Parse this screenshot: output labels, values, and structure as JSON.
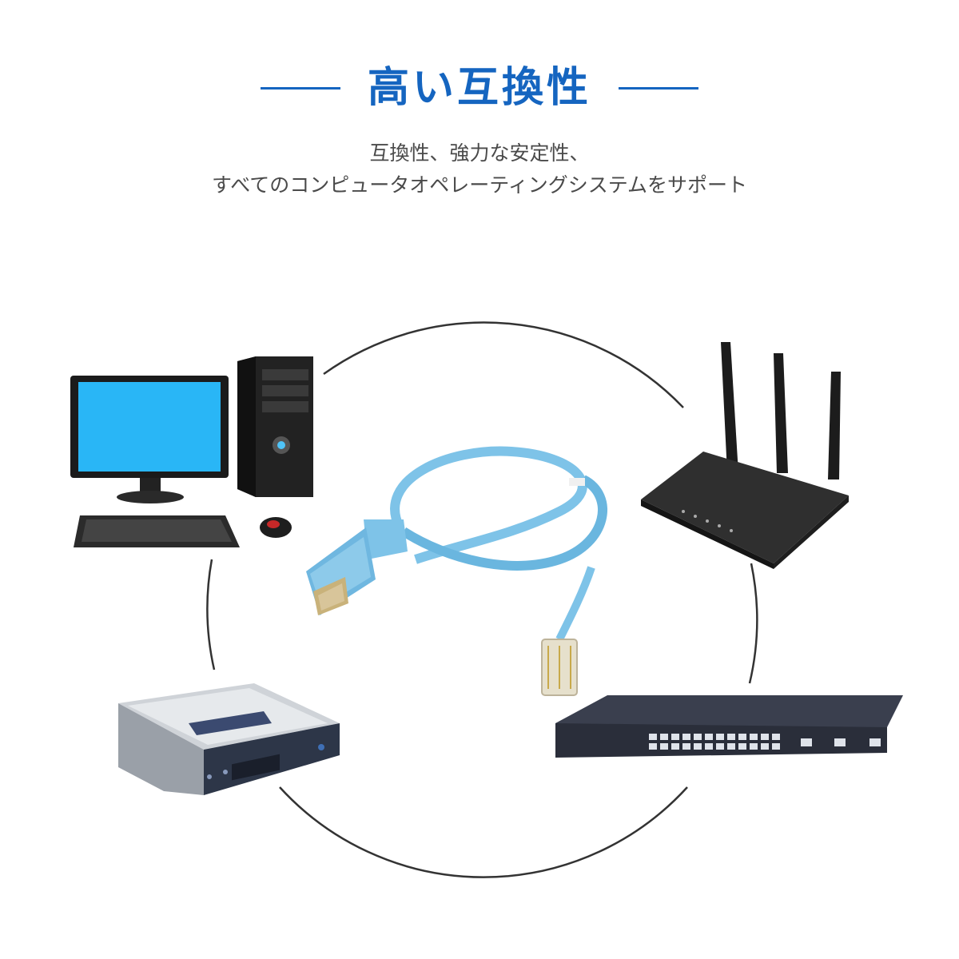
{
  "header": {
    "title": "高い互換性",
    "accent_color": "#1565c0"
  },
  "subtitle": {
    "line1": "互換性、強力な安定性、",
    "line2": "すべてのコンピュータオペレーティングシステムをサポート"
  },
  "illustration": {
    "center": "blue-serial-console-cable",
    "devices": [
      "desktop-computer",
      "wifi-router",
      "small-network-router",
      "rack-network-switch"
    ]
  }
}
